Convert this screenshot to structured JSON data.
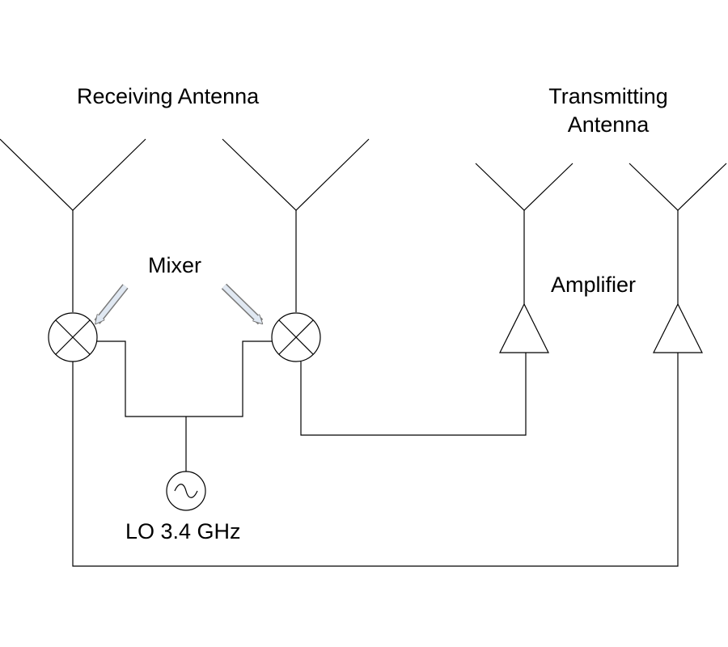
{
  "labels": {
    "receiving_antenna": "Receiving Antenna",
    "transmitting_antenna": "Transmitting Antenna",
    "mixer": "Mixer",
    "amplifier": "Amplifier",
    "local_oscillator": "LO 3.4 GHz"
  },
  "colors": {
    "line": "#000000",
    "background": "#ffffff",
    "pointer_arrow_fill": "#e0e8f2",
    "pointer_arrow_stroke": "#7a7a7a"
  }
}
